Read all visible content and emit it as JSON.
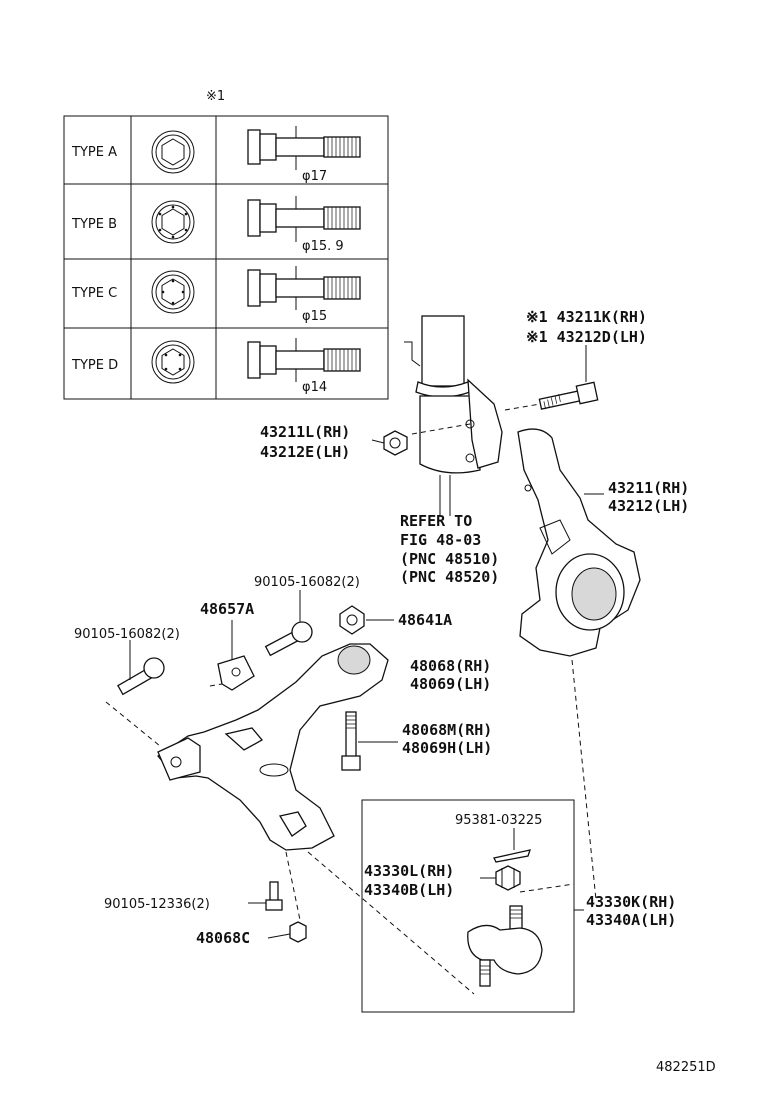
{
  "note_mark": "※1",
  "types_table": {
    "rows": [
      {
        "label": "TYPE A",
        "diameter": "φ17"
      },
      {
        "label": "TYPE B",
        "diameter": "φ15. 9"
      },
      {
        "label": "TYPE C",
        "diameter": "φ15"
      },
      {
        "label": "TYPE D",
        "diameter": "φ14"
      }
    ]
  },
  "callouts": {
    "bolt_rh": "※1 43211K(RH)",
    "bolt_lh": "※1 43212D(LH)",
    "nut_rh": "43211L(RH)",
    "nut_lh": "43212E(LH)",
    "knuckle_rh": "43211(RH)",
    "knuckle_lh": "43212(LH)",
    "refer_1": "REFER TO",
    "refer_2": "FIG 48-03",
    "refer_3": "(PNC 48510)",
    "refer_4": "(PNC 48520)",
    "bolt_90105_a": "90105-16082(2)",
    "bracket": "48657A",
    "nut_48641": "48641A",
    "bolt_90105_b": "90105-16082(2)",
    "arm_rh": "48068(RH)",
    "arm_lh": "48069(LH)",
    "bolt_48068m": "48068M(RH)",
    "bolt_48069h": "48069H(LH)",
    "pin": "95381-03225",
    "bj_nut_rh": "43330L(RH)",
    "bj_nut_lh": "43340B(LH)",
    "bj_rh": "43330K(RH)",
    "bj_lh": "43340A(LH)",
    "bolt_90105_c": "90105-12336(2)",
    "nut_48068c": "48068C"
  },
  "figure_id": "482251D"
}
